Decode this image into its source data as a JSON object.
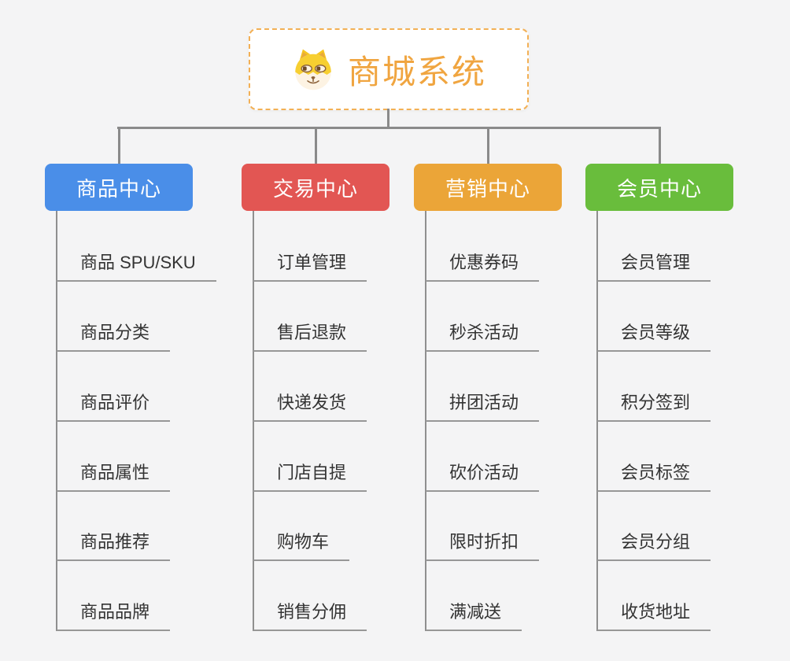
{
  "root": {
    "title": "商城系统",
    "icon": "doge-icon"
  },
  "colors": {
    "root_accent": "#f0a540",
    "root_border": "#f3b055",
    "connector_gray": "#8a8a8a",
    "item_text": "#333333",
    "background": "#f4f4f5"
  },
  "branches": [
    {
      "name": "product-center",
      "label": "商品中心",
      "color": "#4a8ee8",
      "children": [
        "商品 SPU/SKU",
        "商品分类",
        "商品评价",
        "商品属性",
        "商品推荐",
        "商品品牌"
      ]
    },
    {
      "name": "trade-center",
      "label": "交易中心",
      "color": "#e25653",
      "children": [
        "订单管理",
        "售后退款",
        "快递发货",
        "门店自提",
        "购物车",
        "销售分佣"
      ]
    },
    {
      "name": "marketing-center",
      "label": "营销中心",
      "color": "#eba538",
      "children": [
        "优惠券码",
        "秒杀活动",
        "拼团活动",
        "砍价活动",
        "限时折扣",
        "满减送"
      ]
    },
    {
      "name": "member-center",
      "label": "会员中心",
      "color": "#69bd3c",
      "children": [
        "会员管理",
        "会员等级",
        "积分签到",
        "会员标签",
        "会员分组",
        "收货地址"
      ]
    }
  ]
}
